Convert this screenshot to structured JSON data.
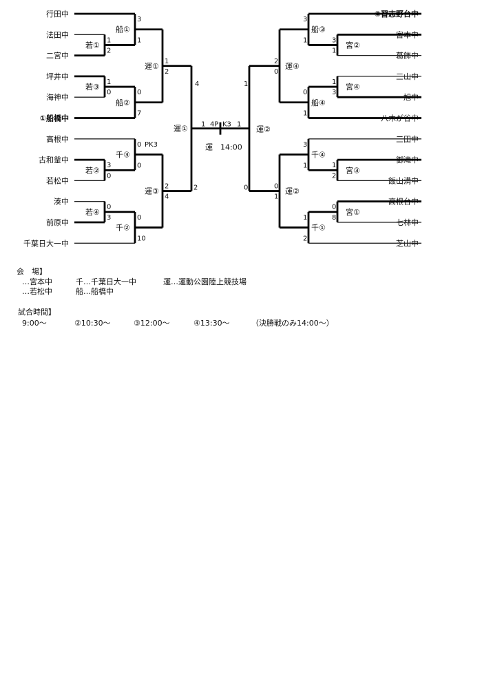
{
  "left_teams": [
    "行田中",
    "法田中",
    "二宮中",
    "坪井中",
    "海神中",
    "①船橋中",
    "高根中",
    "古和釜中",
    "若松中",
    "湊中",
    "前原中",
    "千葉日大一中"
  ],
  "right_teams": [
    "②習志野台中",
    "宮本中",
    "葛飾中",
    "三山中",
    "旭中",
    "八木が谷中",
    "三田中",
    "御滝中",
    "飯山満中",
    "高根台中",
    "七林中",
    "芝山中"
  ],
  "match_labels": {
    "L_r1a": "若①",
    "L_r1b": "若③",
    "L_r1c": "若②",
    "L_r1d": "若④",
    "L_r2a": "船①",
    "L_r2b": "船②",
    "L_r2c": "千③",
    "L_r2d": "千②",
    "L_r3a": "運①",
    "L_r3b": "運③",
    "L_sf": "運①",
    "R_r1a": "宮②",
    "R_r1b": "宮④",
    "R_r1c": "宮③",
    "R_r1d": "宮①",
    "R_r2a": "船③",
    "R_r2b": "船④",
    "R_r2c": "千④",
    "R_r2d": "千①",
    "R_r3a": "運④",
    "R_r3b": "運②",
    "R_sf": "運②"
  },
  "scores": {
    "L_r1a_top": "1",
    "L_r1a_bot": "2",
    "L_r1b_top": "1",
    "L_r1b_bot": "0",
    "L_r1c_top": "3",
    "L_r1c_bot": "0",
    "L_r1d_top": "0",
    "L_r1d_bot": "3",
    "L_r2a_top": "3",
    "L_r2a_bot": "1",
    "L_r2b_top": "0",
    "L_r2b_bot": "7",
    "L_r2c_top": "0",
    "L_r2c_pk": "PK3",
    "L_r2c_bot": "0",
    "L_r2d_top": "0",
    "L_r2d_bot": "10",
    "L_r3a_top": "1",
    "L_r3a_bot": "2",
    "L_r3b_top": "2",
    "L_r3b_bot": "4",
    "L_sf_top": "4",
    "L_sf_bot": "2",
    "R_r1a_top": "3",
    "R_r1a_bot": "1",
    "R_r1b_top": "1",
    "R_r1b_bot": "3",
    "R_r1c_top": "1",
    "R_r1c_bot": "2",
    "R_r1d_top": "0",
    "R_r1d_bot": "8",
    "R_r2a_top": "3",
    "R_r2a_bot": "1",
    "R_r2b_top": "0",
    "R_r2b_bot": "1",
    "R_r2c_top": "3",
    "R_r2c_bot": "1",
    "R_r2d_top": "1",
    "R_r2d_bot": "2",
    "R_r3a_top": "2",
    "R_r3a_bot": "0",
    "R_r3b_top": "0",
    "R_r3b_bot": "1",
    "R_sf_top": "1",
    "R_sf_bot": "0",
    "final_left": "1",
    "final_left_pk": "4P",
    "final_right_pk": "K3",
    "final_right": "1"
  },
  "final_label": "運",
  "final_time": "運　14:00",
  "venues": {
    "heading": "会　場】",
    "row1_a": "…宮本中",
    "row1_b": "千…千葉日大一中",
    "row1_c": "運…運動公園陸上競技場",
    "row2_a": "…若松中",
    "row2_b": "船…船橋中"
  },
  "times": {
    "heading": "試合時間】",
    "t1": "9:00〜",
    "t2": "②10:30〜",
    "t3": "③12:00〜",
    "t4": "④13:30〜",
    "t5": "（決勝戦のみ14:00〜）"
  }
}
